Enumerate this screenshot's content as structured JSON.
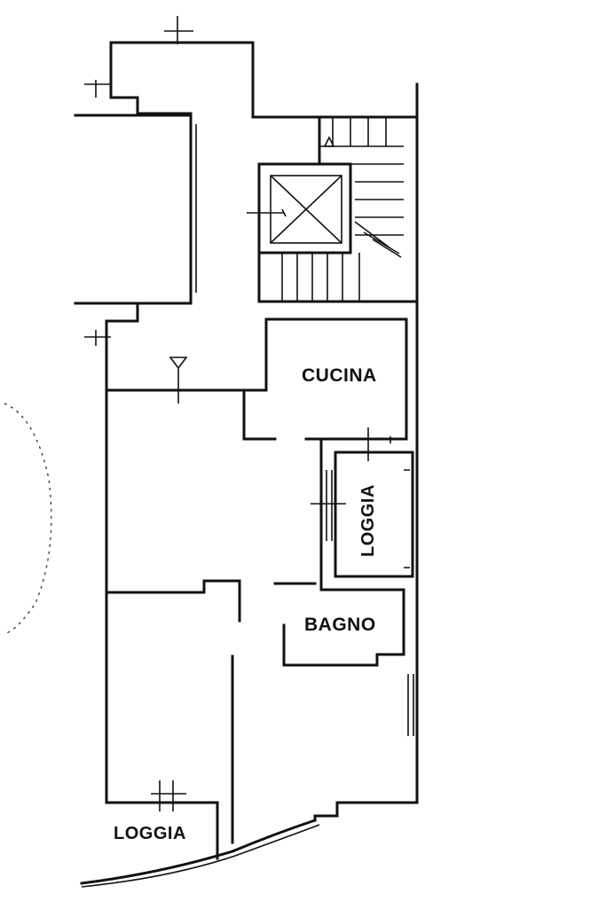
{
  "rooms": {
    "cucina": "CUCINA",
    "bagno": "BAGNO",
    "loggia_side": "LOGGIA",
    "loggia_bottom": "LOGGIA"
  }
}
